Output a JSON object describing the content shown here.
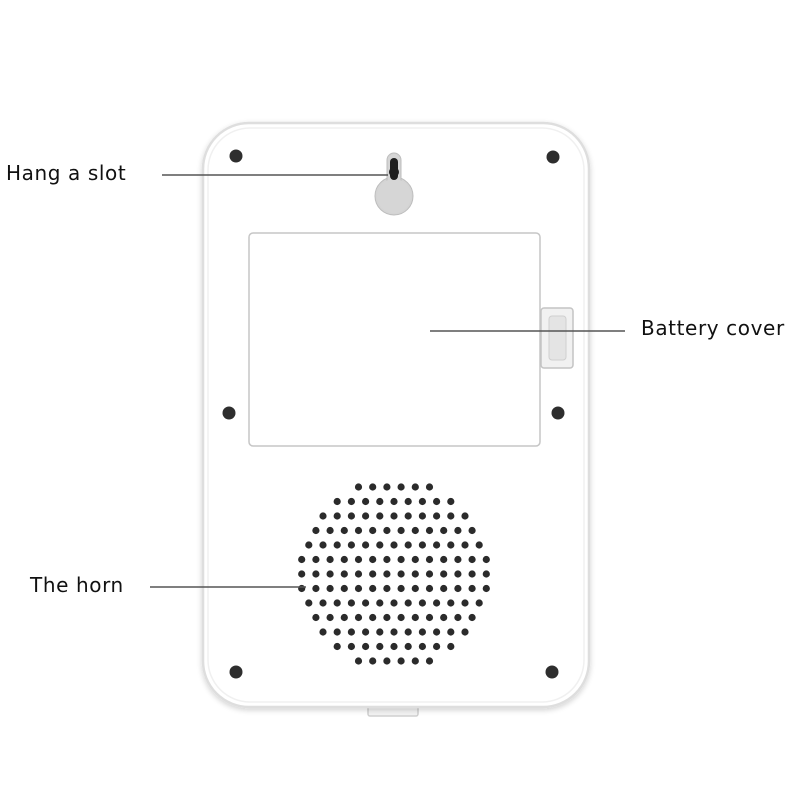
{
  "labels": {
    "hang_slot": "Hang a slot",
    "battery_cover": "Battery cover",
    "horn": "The horn"
  },
  "colors": {
    "device_body": "#ffffff",
    "device_outline": "#e2e2e2",
    "screw_hole": "#2e2e2e",
    "speaker_hole": "#2b2b2b",
    "leader_line": "#555555",
    "cover_outline": "#c9c9c9",
    "slot_fill": "#d6d6d6"
  }
}
